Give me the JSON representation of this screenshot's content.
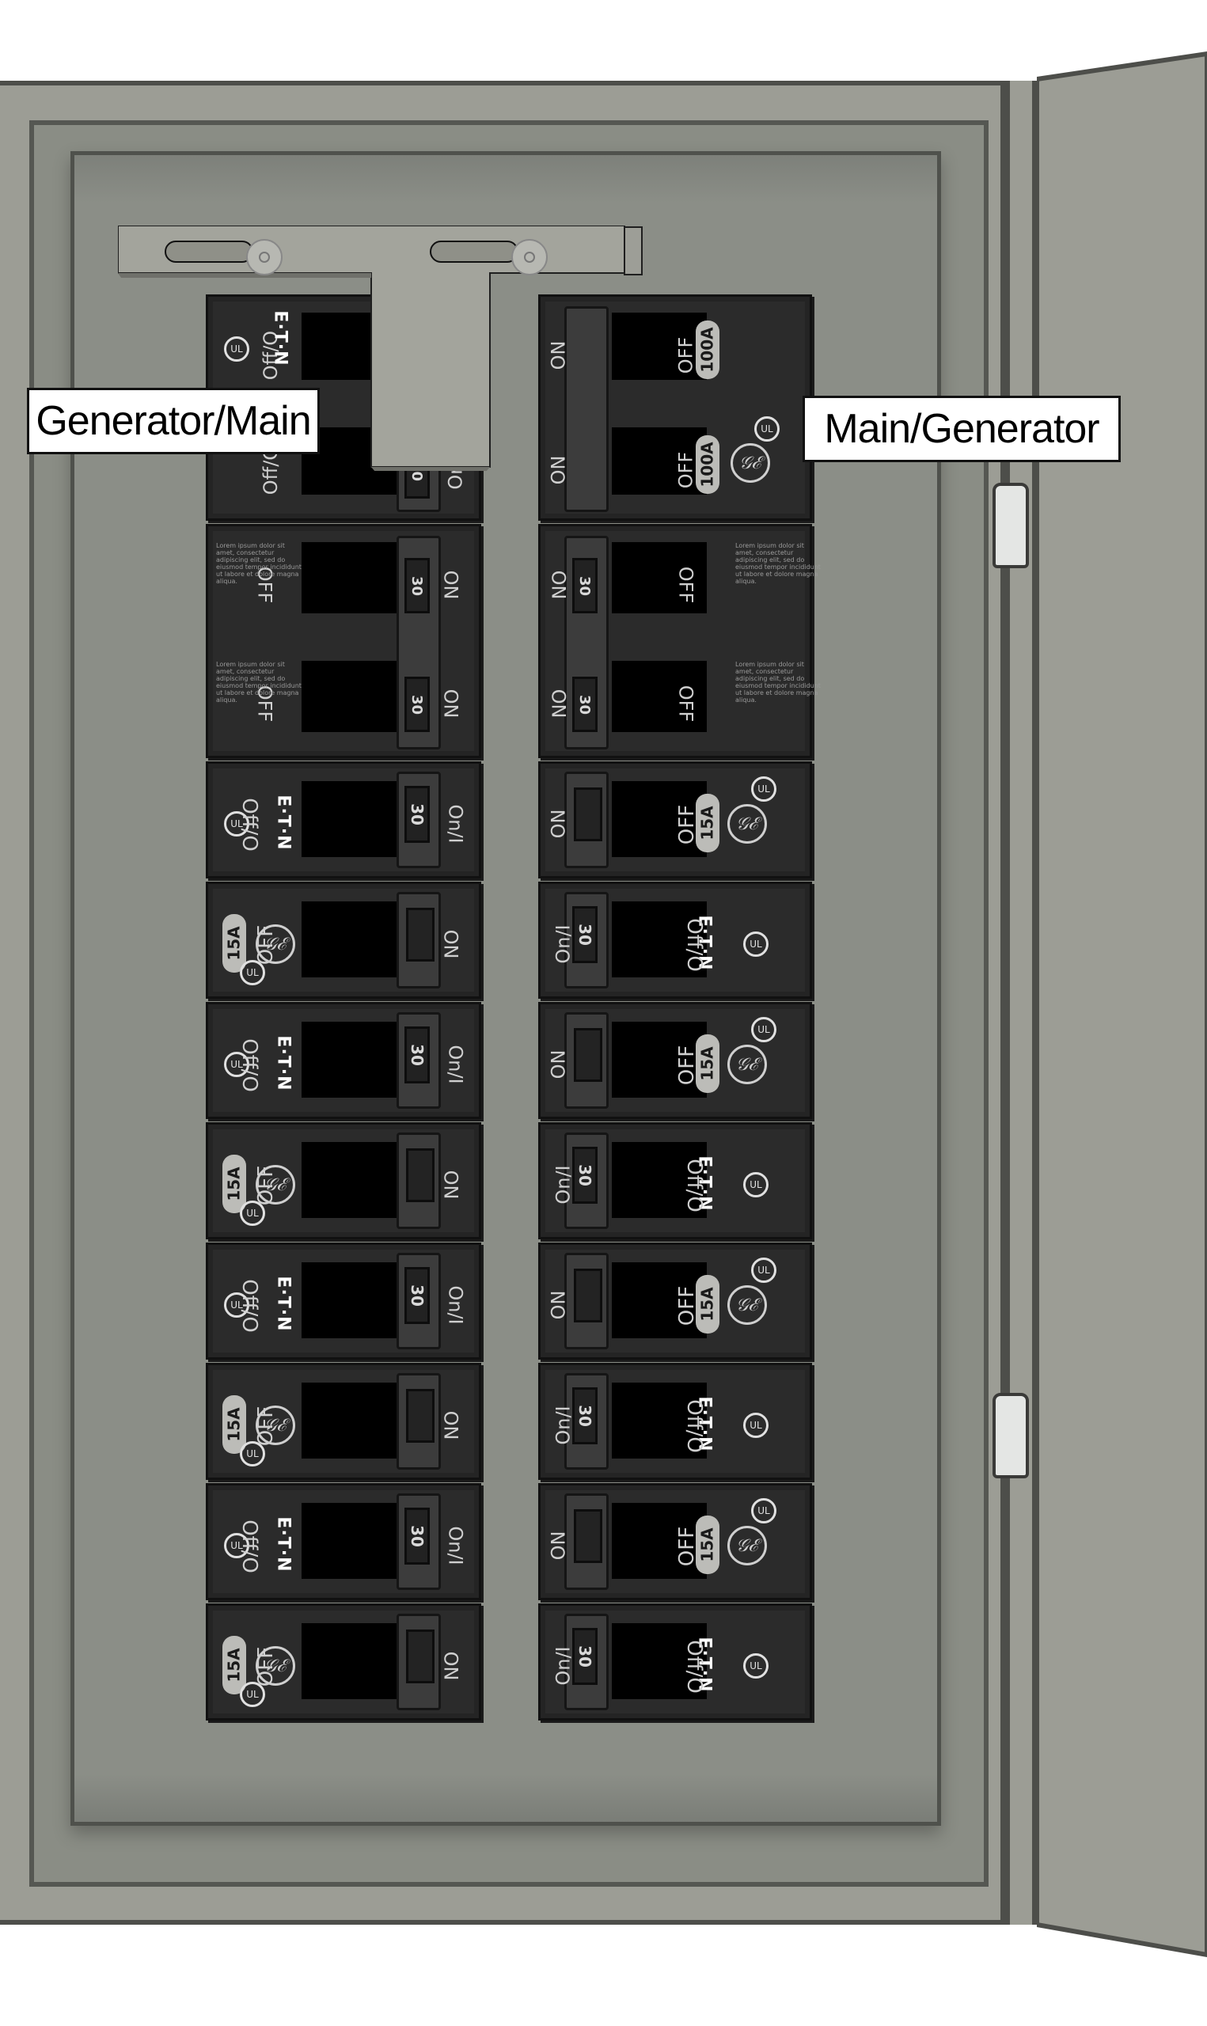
{
  "labels": {
    "left": "Generator/Main",
    "right": "Main/Generator"
  },
  "colors": {
    "enclosure": "#9c9d95",
    "deadfront": "#8b8e87",
    "outline": "#4d4e4a",
    "breaker_body": "#2b2b2b",
    "label_bg": "#ffffff",
    "hinge": "#e4e6e4"
  },
  "interlock": {
    "type": "sliding-interlock-plate",
    "screws": 2
  },
  "brands": {
    "eaton": "E·T·N",
    "ge": "𝒢ℰ",
    "ul": "UL"
  },
  "fine_print": "Lorem ipsum dolor sit amet, consectetur adipiscing elit, sed do eiusmod tempor incididunt ut labore et dolore magna aliqua.",
  "left_column": [
    {
      "brand": "Eaton",
      "poles": 2,
      "rating": "30",
      "on_text": "On/I",
      "off_text": "Off/O",
      "note": "generator breaker under interlock"
    },
    {
      "brand": "Generic",
      "poles": 2,
      "rating": "30",
      "on_text": "ON",
      "off_text": "OFF",
      "orientation": "inverted"
    },
    {
      "brand": "Eaton",
      "poles": 1,
      "rating": "30",
      "on_text": "On/I",
      "off_text": "Off/O"
    },
    {
      "brand": "GE",
      "poles": 1,
      "rating": "15",
      "rating_unit": "A",
      "on_text": "ON",
      "off_text": "OFF"
    },
    {
      "brand": "Eaton",
      "poles": 1,
      "rating": "30",
      "on_text": "On/I",
      "off_text": "Off/O"
    },
    {
      "brand": "GE",
      "poles": 1,
      "rating": "15",
      "rating_unit": "A",
      "on_text": "ON",
      "off_text": "OFF"
    },
    {
      "brand": "Eaton",
      "poles": 1,
      "rating": "30",
      "on_text": "On/I",
      "off_text": "Off/O"
    },
    {
      "brand": "GE",
      "poles": 1,
      "rating": "15",
      "rating_unit": "A",
      "on_text": "ON",
      "off_text": "OFF"
    },
    {
      "brand": "Eaton",
      "poles": 1,
      "rating": "30",
      "on_text": "On/I",
      "off_text": "Off/O"
    },
    {
      "brand": "GE",
      "poles": 1,
      "rating": "15",
      "rating_unit": "A",
      "on_text": "ON",
      "off_text": "OFF"
    }
  ],
  "right_column": [
    {
      "brand": "GE",
      "poles": 2,
      "rating": "100",
      "rating_unit": "A",
      "on_text": "ON",
      "off_text": "OFF",
      "note": "main breaker"
    },
    {
      "brand": "Generic",
      "poles": 2,
      "rating": "30",
      "on_text": "ON",
      "off_text": "OFF",
      "orientation": "inverted"
    },
    {
      "brand": "GE",
      "poles": 1,
      "rating": "15",
      "rating_unit": "A",
      "on_text": "ON",
      "off_text": "OFF"
    },
    {
      "brand": "Eaton",
      "poles": 1,
      "rating": "30",
      "on_text": "On/I",
      "off_text": "Off/O"
    },
    {
      "brand": "GE",
      "poles": 1,
      "rating": "15",
      "rating_unit": "A",
      "on_text": "ON",
      "off_text": "OFF"
    },
    {
      "brand": "Eaton",
      "poles": 1,
      "rating": "30",
      "on_text": "On/I",
      "off_text": "Off/O"
    },
    {
      "brand": "GE",
      "poles": 1,
      "rating": "15",
      "rating_unit": "A",
      "on_text": "ON",
      "off_text": "OFF"
    },
    {
      "brand": "Eaton",
      "poles": 1,
      "rating": "30",
      "on_text": "On/I",
      "off_text": "Off/O"
    },
    {
      "brand": "GE",
      "poles": 1,
      "rating": "15",
      "rating_unit": "A",
      "on_text": "ON",
      "off_text": "OFF"
    },
    {
      "brand": "Eaton",
      "poles": 1,
      "rating": "30",
      "on_text": "On/I",
      "off_text": "Off/O"
    }
  ]
}
